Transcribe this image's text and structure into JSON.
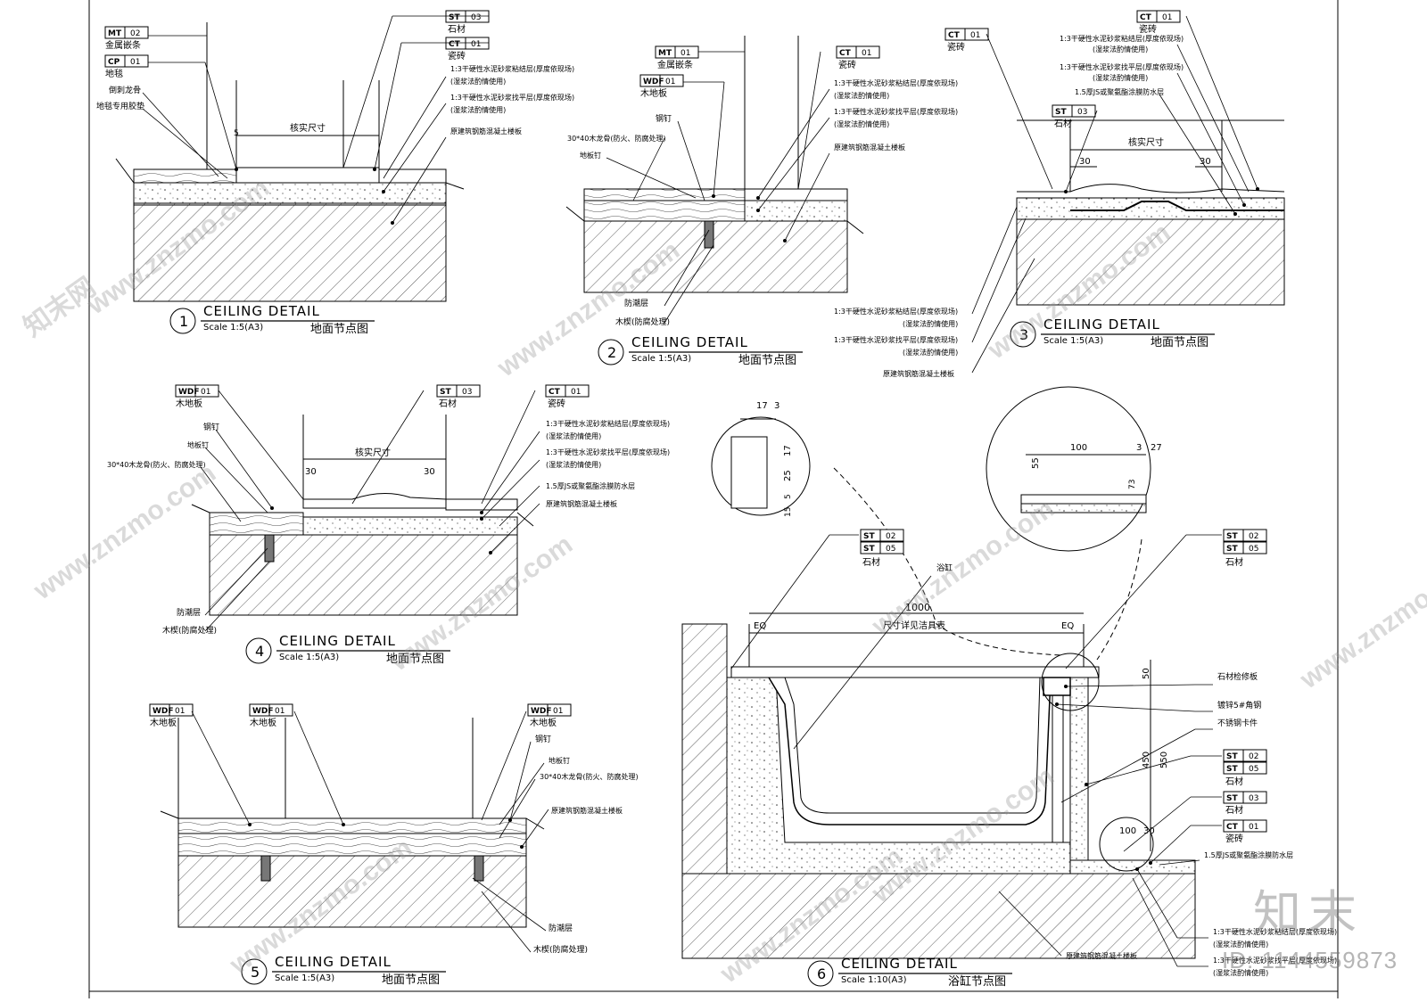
{
  "details": [
    {
      "number": "1",
      "title": "CEILING DETAIL",
      "scale": "Scale  1:5(A3)",
      "name": "地面节点图"
    },
    {
      "number": "2",
      "title": "CEILING DETAIL",
      "scale": "Scale  1:5(A3)",
      "name": "地面节点图"
    },
    {
      "number": "3",
      "title": "CEILING DETAIL",
      "scale": "Scale  1:5(A3)",
      "name": "地面节点图"
    },
    {
      "number": "4",
      "title": "CEILING DETAIL",
      "scale": "Scale  1:5(A3)",
      "name": "地面节点图"
    },
    {
      "number": "5",
      "title": "CEILING DETAIL",
      "scale": "Scale  1:5(A3)",
      "name": "地面节点图"
    },
    {
      "number": "6",
      "title": "CEILING DETAIL",
      "scale": "Scale  1:10(A3)",
      "name": "浴缸节点图"
    }
  ],
  "tags": {
    "mt02": [
      "MT",
      "02"
    ],
    "mt01": [
      "MT",
      "01"
    ],
    "cp01": [
      "CP",
      "01"
    ],
    "st03": [
      "ST",
      "03"
    ],
    "ct01": [
      "CT",
      "01"
    ],
    "wdf01": [
      "WDF",
      "01"
    ],
    "st02": [
      "ST",
      "02"
    ],
    "st05": [
      "ST",
      "05"
    ]
  },
  "materials": {
    "metal_strip": "金属嵌条",
    "carpet": "地毯",
    "stone": "石材",
    "tile": "瓷砖",
    "wood_floor": "木地板",
    "barb_strip": "倒刺龙骨",
    "carpet_glue": "地毯专用胶垫",
    "nail": "钢钉",
    "floor_nail": "地板钉",
    "keel": "30*40木龙骨(防火、防腐处理)",
    "keel2": "30*40木龙骨(防火、防腐处理)",
    "moisture": "防潮层",
    "wood_wedge": "木楔(防腐处理)",
    "bond_layer": "1:3干硬性水泥砂浆粘结层(厚度依现场)",
    "bond_layer_b": "(湿浆法酌情使用)",
    "level_layer": "1:3干硬性水泥砂浆找平层(厚度依现场)",
    "level_layer_b": "(湿浆法酌情使用)",
    "slab": "原建筑钢筋混凝土楼板",
    "waterproof": "1.5厚JS或聚氨酯涂膜防水层",
    "verify": "核实尺寸",
    "bathtub": "浴缸",
    "access_panel": "石材检修板",
    "angle_steel": "镀锌5#角钢",
    "ss_clip": "不锈钢卡件",
    "sanitary": "尺寸详见洁具表"
  },
  "dims": {
    "d5": "5",
    "d30": "30",
    "d17": "17",
    "d3": "3",
    "d25": "25",
    "d5b": "5",
    "d15": "15",
    "d100": "100",
    "d27": "27",
    "d55": "55",
    "d73": "73",
    "d1000": "1000",
    "eq": "EQ",
    "d50": "50",
    "d450": "450",
    "d550": "550",
    "d30b": "30"
  },
  "watermark": {
    "site": "www.znzmo.com",
    "brand": "知末网",
    "logo": "知末",
    "id": "ID: 1144559873"
  },
  "colors": {
    "line": "#000000",
    "hatch": "#333333",
    "watermark": "#999999"
  }
}
